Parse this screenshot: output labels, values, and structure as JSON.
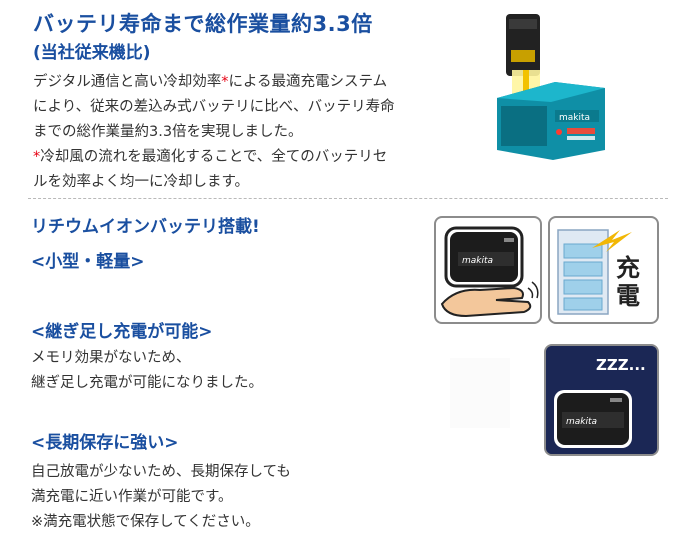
{
  "section1": {
    "title": "バッテリ寿命まで総作業量約3.3倍",
    "subtitle": "(当社従来機比)",
    "para_lines": [
      {
        "pre": "デジタル通信と高い冷却効率",
        "star": "*",
        "post": "による最適充電システム"
      },
      {
        "pre": "により、従来の差込み式バッテリに比べ、バッテリ寿命",
        "star": "",
        "post": ""
      },
      {
        "pre": "までの総作業量約3.3倍を実現しました。",
        "star": "",
        "post": ""
      },
      {
        "pre": "",
        "star": "*",
        "post": "冷却風の流れを最適化することで、全てのバッテリセ"
      },
      {
        "pre": "ルを効率よく均一に冷却します。",
        "star": "",
        "post": ""
      }
    ]
  },
  "section2": {
    "title": "リチウムイオンバッテリ搭載!",
    "feature1": {
      "heading": "<小型・軽量>"
    },
    "feature2": {
      "heading": "<継ぎ足し充電が可能>",
      "lines": [
        "メモリ効果がないため、",
        "継ぎ足し充電が可能になりました。"
      ]
    },
    "feature3": {
      "heading": "<長期保存に強い>",
      "lines": [
        "自己放電が少ないため、長期保存しても",
        "満充電に近い作業が可能です。",
        "※満充電状態で保存してください。"
      ]
    }
  },
  "images": {
    "battery_label": "makita",
    "charge_label_1": "充",
    "charge_label_2": "電",
    "sleep_text": "ZZZ...",
    "charger_label": "makita"
  },
  "colors": {
    "heading_blue": "#1a4fa0",
    "accent_red": "#e60012",
    "brand_teal": "#00a6b8"
  }
}
